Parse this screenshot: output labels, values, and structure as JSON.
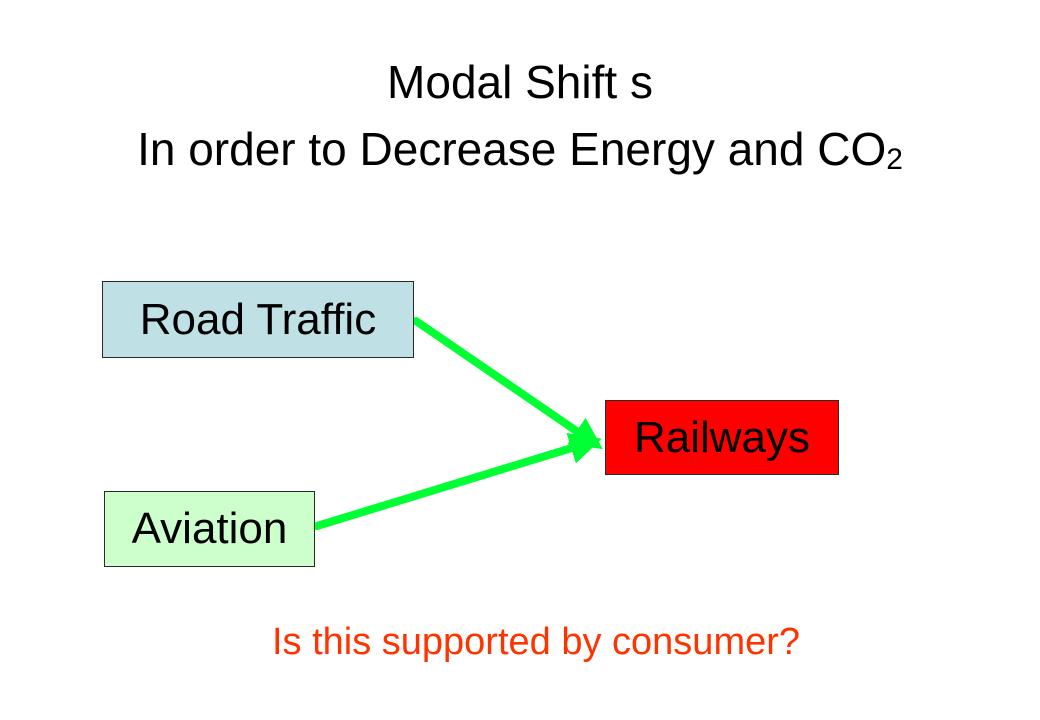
{
  "title": {
    "line1": "Modal Shift s",
    "line2_main": "In order to Decrease Energy and CO",
    "line2_sub": "2"
  },
  "nodes": {
    "road": {
      "label": "Road Traffic",
      "fill": "#bfe1e6"
    },
    "aviation": {
      "label": "Aviation",
      "fill": "#ccffcc"
    },
    "railways": {
      "label": "Railways",
      "fill": "#ff0000"
    }
  },
  "arrow_color": "#00ff33",
  "question": {
    "text": "Is this supported by consumer?",
    "color": "#ff3300"
  }
}
